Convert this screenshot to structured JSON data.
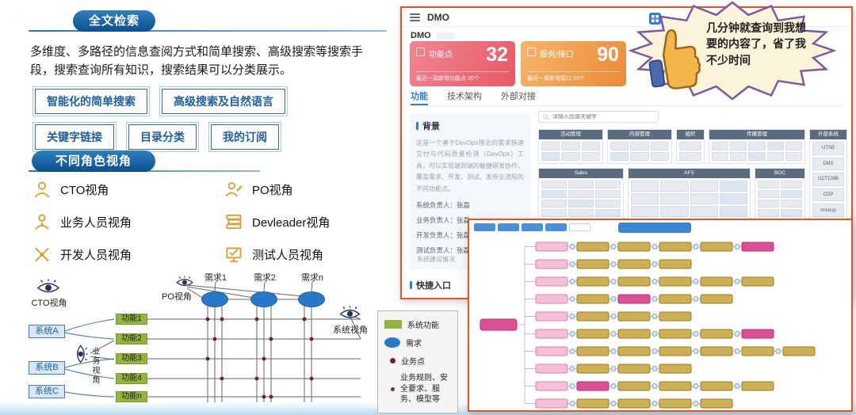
{
  "slide": {
    "section1_title": "全文检索",
    "intro": "多维度、多路径的信息查阅方式和简单搜索、高级搜索等搜索手段，搜索查询所有知识，搜索结果可以分类展示。",
    "tags": [
      "智能化的简单搜索",
      "高级搜索及自然语言",
      "关键字链接",
      "目录分类",
      "我的订阅"
    ],
    "section2_title": "不同角色视角",
    "roles": [
      {
        "label": "CTO视角"
      },
      {
        "label": "PO视角"
      },
      {
        "label": "业务人员视角"
      },
      {
        "label": "Devleader视角"
      },
      {
        "label": "开发人员视角"
      },
      {
        "label": "测试人员视角"
      }
    ]
  },
  "diagram": {
    "requirement_labels": [
      "需求1",
      "需求2",
      "需求n"
    ],
    "function_labels": [
      "功能1",
      "功能2",
      "功能3",
      "功能4",
      "功能n"
    ],
    "view_cto": "CTO视角",
    "view_po": "PO视角",
    "view_business": "业务视角",
    "view_system": "系统视角",
    "systems": [
      "系统A",
      "系统B",
      "系统C"
    ],
    "legend": {
      "function": "系统功能",
      "requirement": "需求",
      "business_point": "业务点",
      "others": "业务规则、安全要求、服务、模型等"
    }
  },
  "app": {
    "window_title": "DMO",
    "page_title": "DMO",
    "stats": [
      {
        "label": "功能点",
        "value": "32",
        "note": "最近一周新增功能点 20个"
      },
      {
        "label": "服务/接口",
        "value": "90",
        "note": "最近一周新增接口 20个"
      }
    ],
    "tabs": [
      {
        "label": "功能"
      },
      {
        "label": "技术架构"
      },
      {
        "label": "外部对接"
      }
    ],
    "panel": {
      "title": "背景",
      "body": "这是一个基于DevOps理念的需求快速交付与代码质量检测（DevOps）工具，可以实现端到端的敏捷研发协作，覆盖需求、开发、测试、发布全流程的不同功能点。",
      "fields": [
        "系统负责人：张磊",
        "业务负责人：张磊",
        "开发负责人：张磊",
        "测试负责人：张磊"
      ],
      "footer": "系统建设情况"
    },
    "quick_entry": "快捷入口",
    "map": {
      "search_placeholder": "请输入图谱关键字",
      "groups_row1": [
        "活动管理",
        "内容管理",
        "组织",
        "传播管理"
      ],
      "groups_row2": [
        "Sales",
        "AFS",
        "BOC"
      ],
      "external_title": "外部系统",
      "external_cells": [
        "UTSB",
        "DMS",
        "UCTCMB",
        "CDP",
        "mindsp"
      ]
    }
  },
  "bubble": {
    "text": "几分钟就查询到我想要的内容了，省了我不少时间"
  }
}
